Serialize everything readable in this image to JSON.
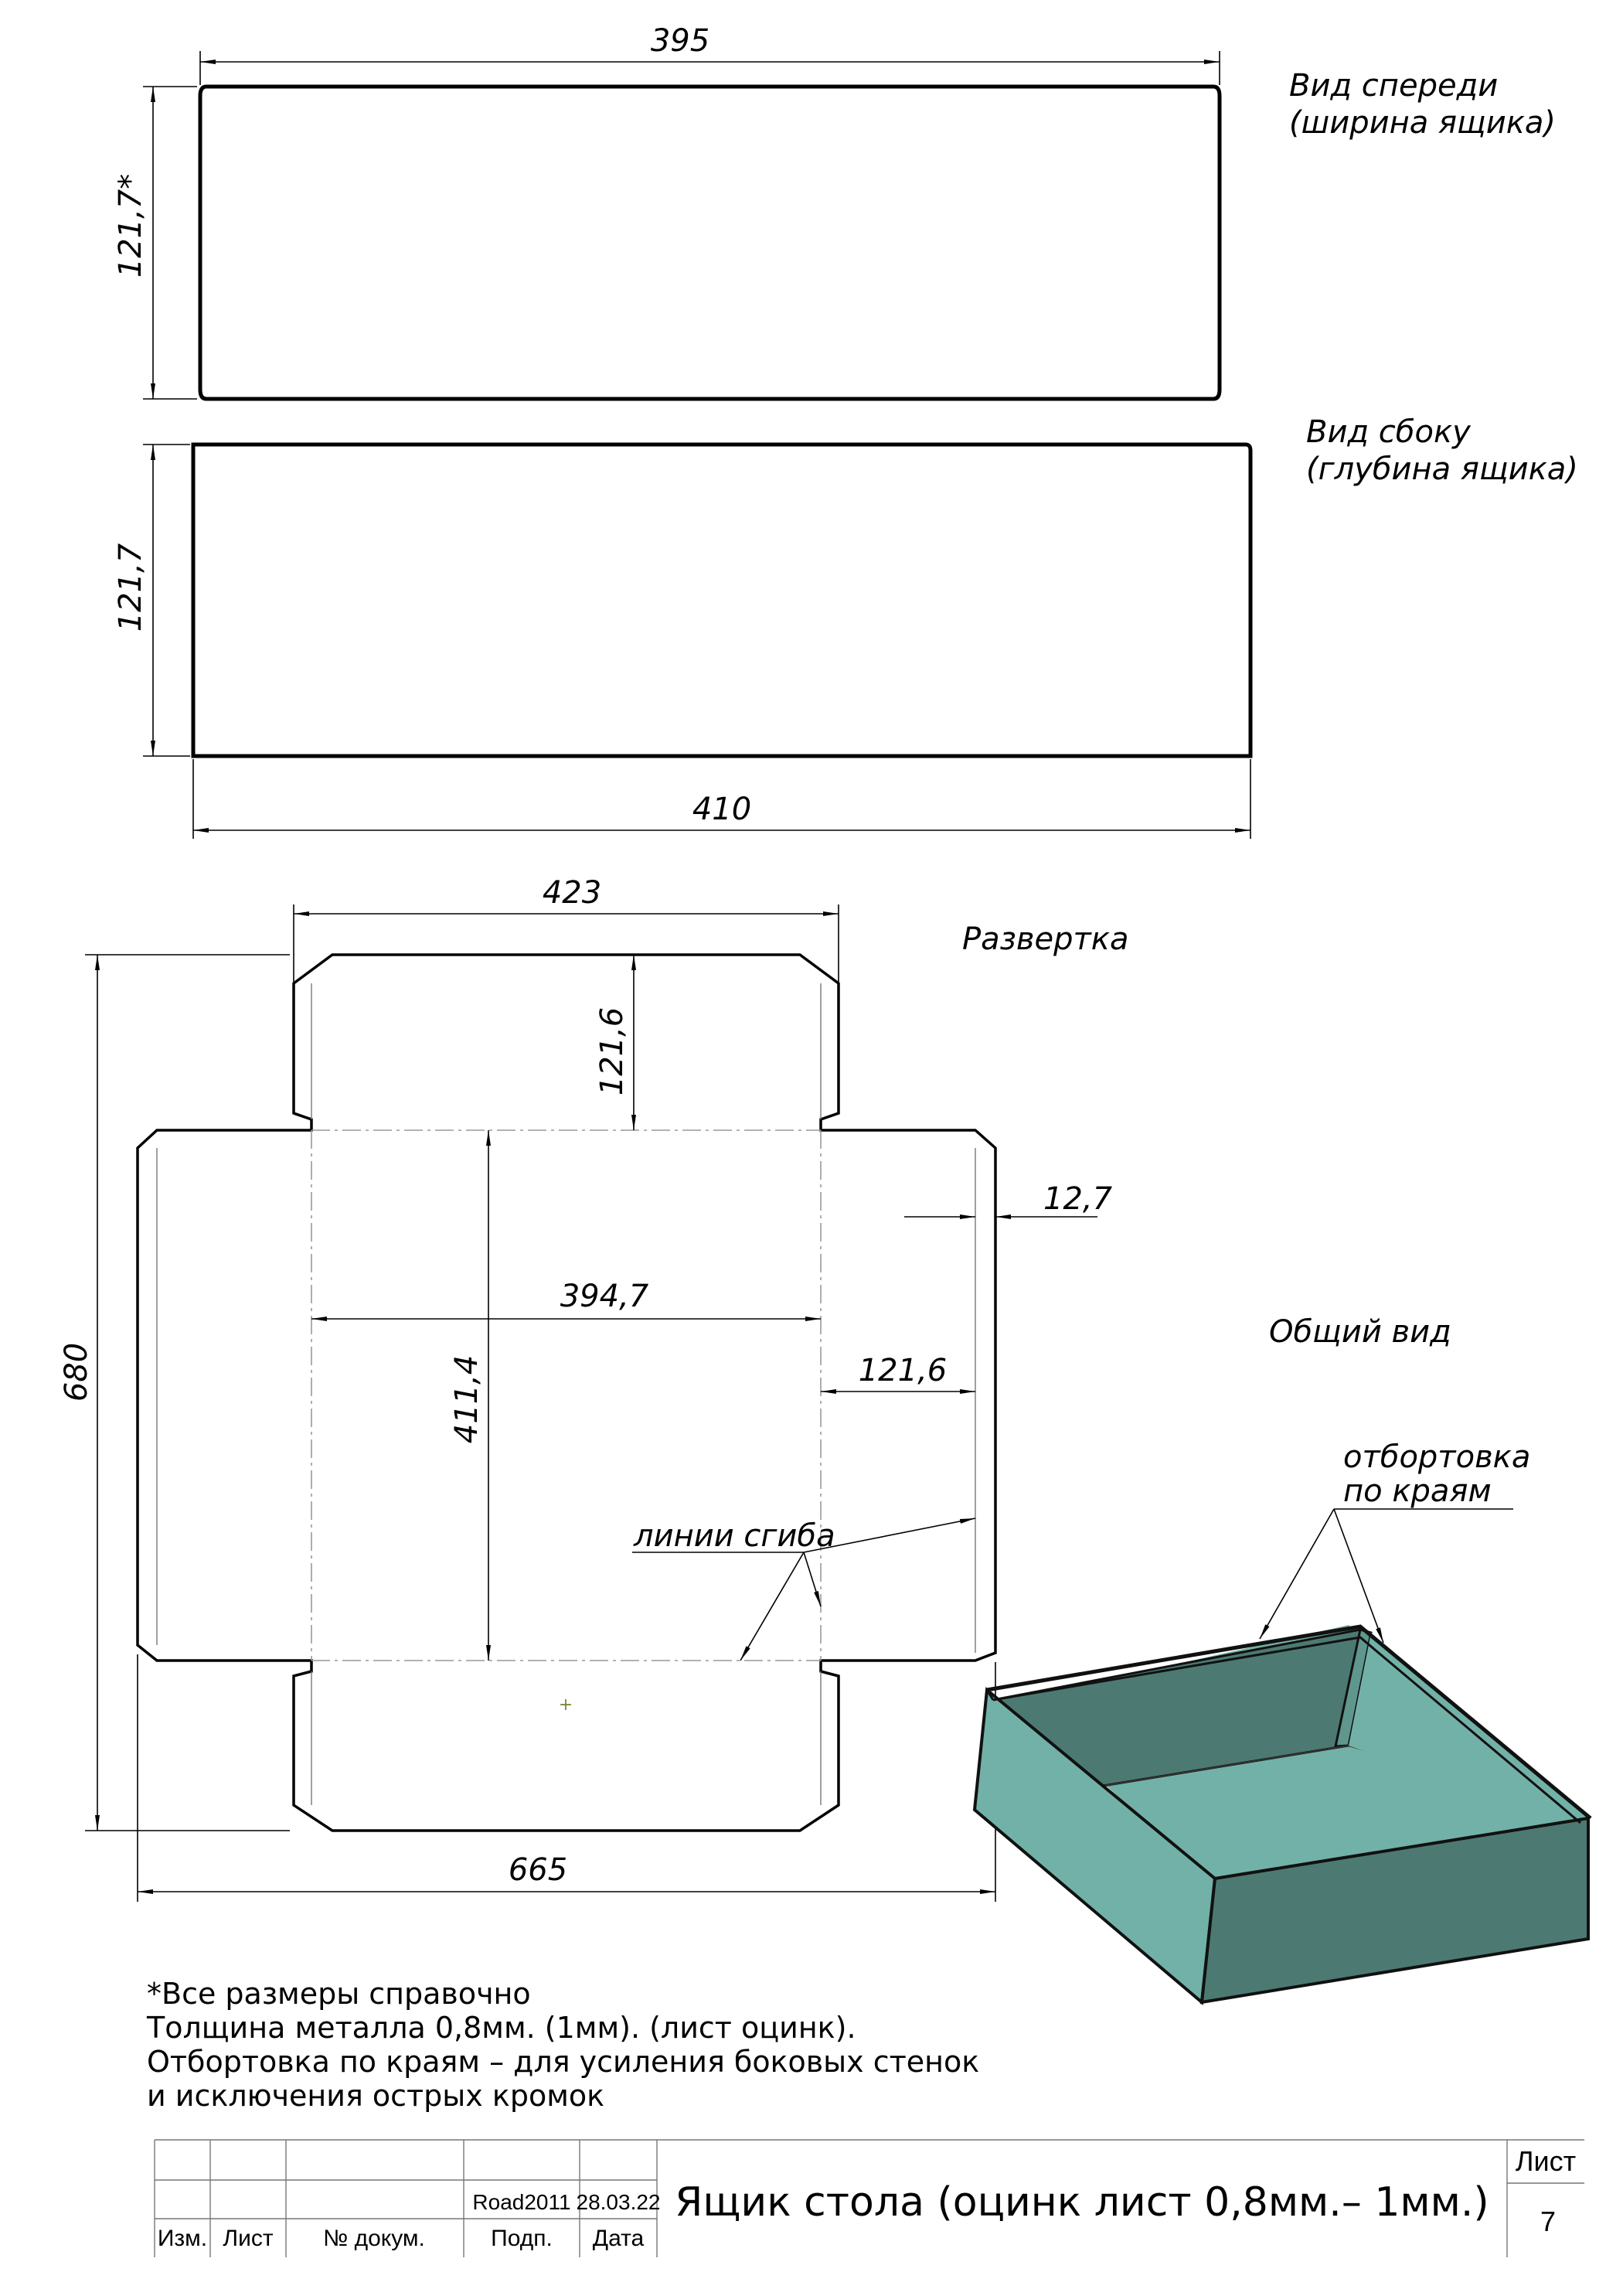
{
  "views": {
    "front": {
      "title_line1": "Вид спереди",
      "title_line2": "(ширина ящика)",
      "width": "395",
      "height": "121,7*"
    },
    "side": {
      "title_line1": "Вид сбоку",
      "title_line2": "(глубина ящика)",
      "width": "410",
      "height": "121,7"
    }
  },
  "unfold": {
    "title": "Развертка",
    "dims": {
      "top_width": "423",
      "flap_height": "121,6",
      "hem": "12,7",
      "inner_width": "394,7",
      "inner_height": "411,4",
      "side_flap": "121,6",
      "total_height": "680",
      "total_width": "665"
    },
    "fold_lines_label": "линии сгиба"
  },
  "iso": {
    "title": "Общий вид",
    "hem_label_line1": "отбортовка",
    "hem_label_line2": "по краям",
    "colors": {
      "light": "#72b1a7",
      "dark": "#4c7a72",
      "mid": "#5f978e",
      "stroke": "#111111"
    }
  },
  "notes": [
    "*Все размеры справочно",
    "Толщина металла 0,8мм. (1мм).  (лист оцинк).",
    "Отбортовка по краям – для усиления боковых стенок",
    " и исключения острых кромок"
  ],
  "title_block": {
    "author": "Road2011",
    "date": "28.03.22",
    "title": "Ящик стола (оцинк лист 0,8мм.– 1мм.)",
    "sheet_label": "Лист",
    "sheet_number": "7",
    "col_izm": "Изм.",
    "col_list": "Лист",
    "col_doc": "№ докум.",
    "col_sign": "Подп.",
    "col_date": "Дата"
  }
}
